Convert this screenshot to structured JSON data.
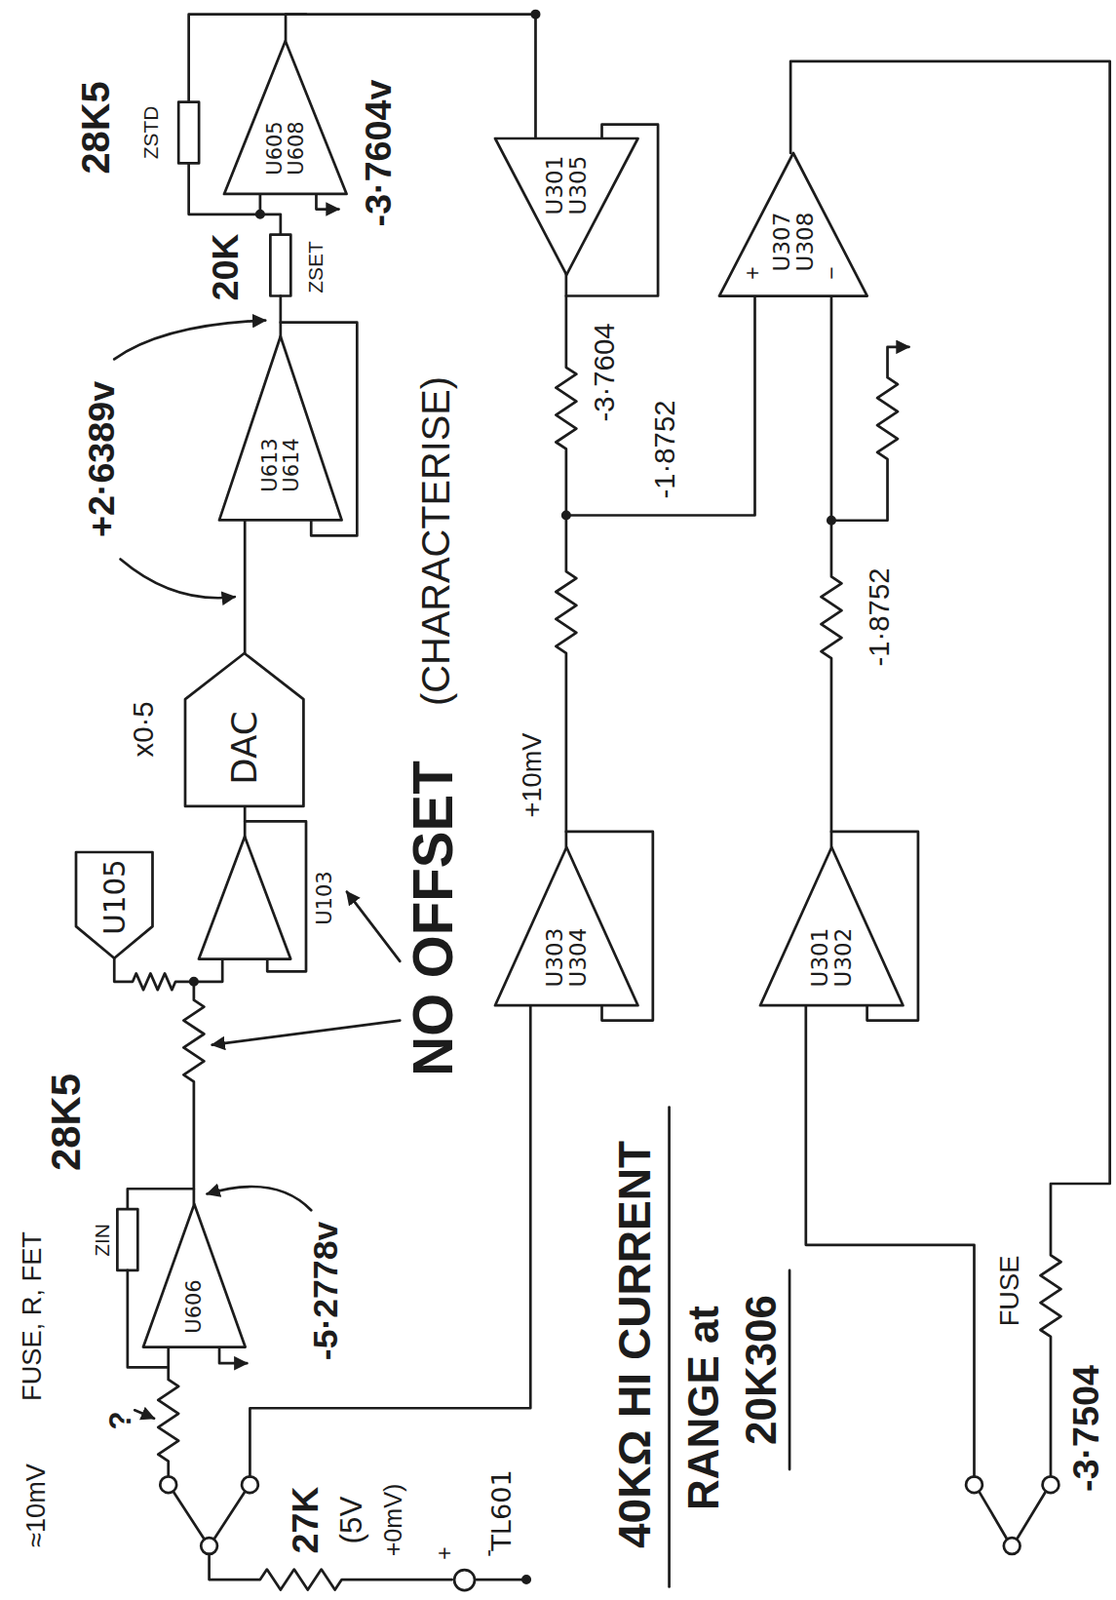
{
  "diagram": {
    "nodes": [
      {
        "text": [
          "U605 U608"
        ]
      },
      {
        "text": [
          "U613 U614"
        ]
      },
      {
        "text": [
          "DAC"
        ]
      },
      {
        "text": [
          "U105"
        ]
      },
      {
        "text": [
          "U103"
        ]
      },
      {
        "text": [
          "U606"
        ]
      },
      {
        "text": [
          "TL601"
        ]
      },
      {
        "text": [
          "U301 U305"
        ]
      },
      {
        "text": [
          "U303 U304"
        ]
      },
      {
        "text": [
          "U307 U308"
        ]
      },
      {
        "text": [
          "U301 U302"
        ]
      }
    ],
    "edges": [
      {
        "from": 0,
        "to": 7,
        "arrow": "none"
      },
      {
        "from": 4,
        "to": 2,
        "arrow": "none"
      },
      {
        "from": 2,
        "to": 1,
        "arrow": "none"
      }
    ],
    "labels": [
      "FUSE, R, FET",
      "?",
      "≈10mV",
      "28K5",
      "ZIN",
      "-5·2778v",
      "NO OFFSET",
      "(CHARACTERISE)",
      "x0·5",
      "+2·6389v",
      "20K",
      "ZSET",
      "28K5",
      "ZSTD",
      "-3·7604v",
      "-3·7604",
      "-1·8752",
      "+10mV",
      "+",
      "−",
      "-1·8752",
      "27K",
      "(5V",
      "+0mV)",
      "+",
      "-",
      "40KΩ HI CURRENT",
      "RANGE at",
      "20K306",
      "FUSE",
      "-3·7504"
    ]
  }
}
